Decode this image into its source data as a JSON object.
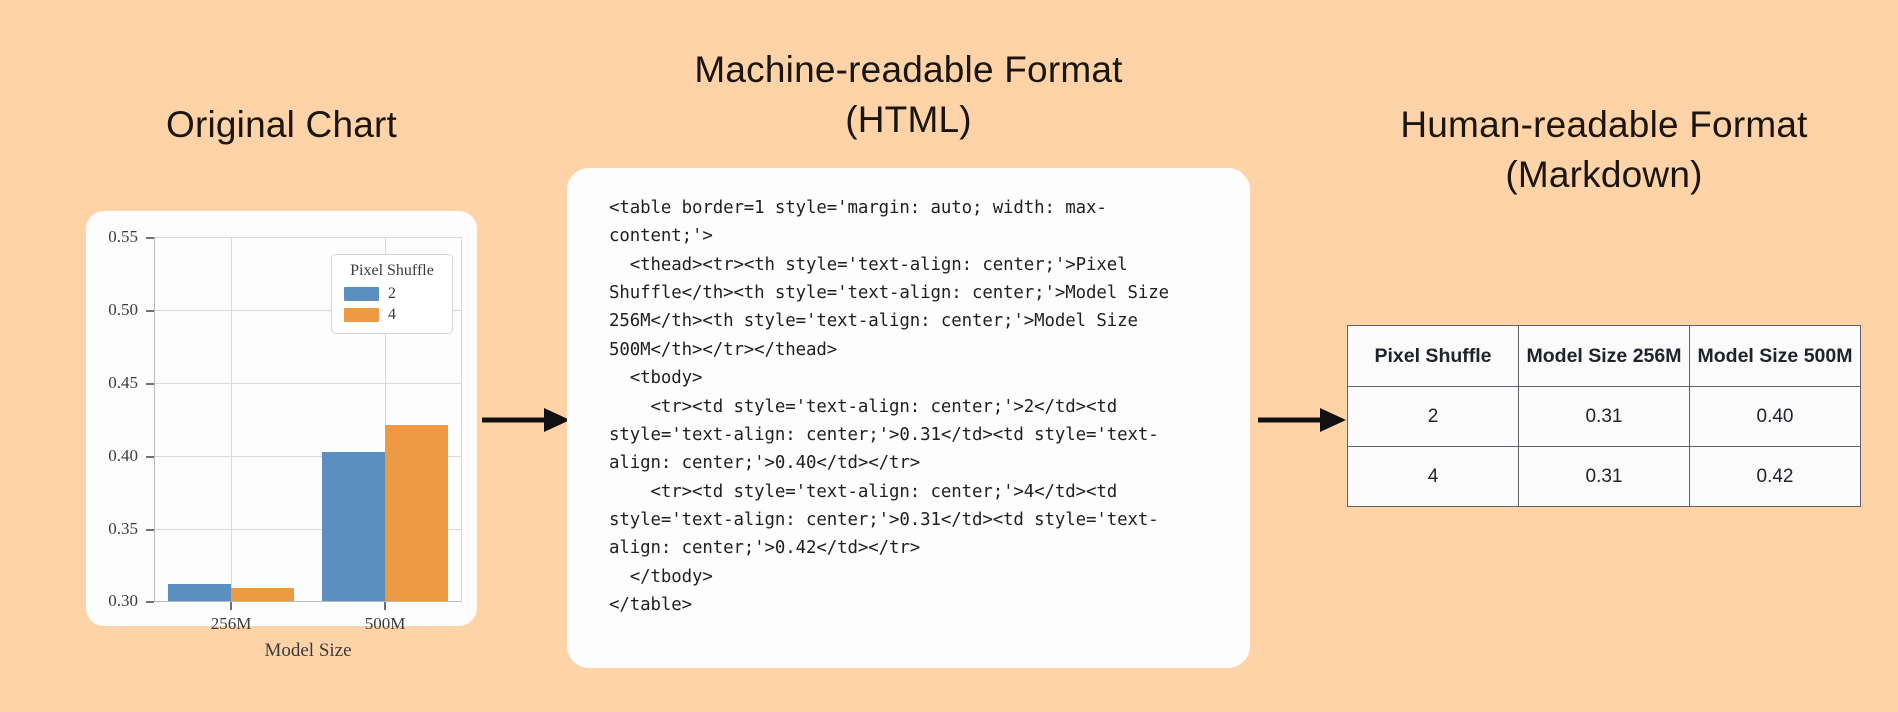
{
  "background_color": "#fdd3a7",
  "panels": {
    "left": {
      "title_lines": [
        "Original Chart"
      ]
    },
    "center": {
      "title_lines": [
        "Machine-readable Format",
        "(HTML)"
      ]
    },
    "right": {
      "title_lines": [
        "Human-readable Format",
        "(Markdown)"
      ]
    }
  },
  "arrows": {
    "left_to_center": "arrow-right-icon",
    "center_to_right": "arrow-right-icon"
  },
  "chart_data": {
    "type": "bar",
    "title": "",
    "xlabel": "Model Size",
    "ylabel": "",
    "categories": [
      "256M",
      "500M"
    ],
    "series": [
      {
        "name": "2",
        "values": [
          0.312,
          0.403
        ],
        "color": "#5b8fc0"
      },
      {
        "name": "4",
        "values": [
          0.309,
          0.422
        ],
        "color": "#ee9a45"
      }
    ],
    "ylim": [
      0.3,
      0.565
    ],
    "yticks": [
      "0.30",
      "0.35",
      "0.40",
      "0.45",
      "0.50",
      "0.55"
    ],
    "ytick_values": [
      0.3,
      0.35,
      0.4,
      0.45,
      0.5,
      0.55
    ],
    "xticks": [
      "256M",
      "500M"
    ],
    "grid": true,
    "legend": {
      "title": "Pixel Shuffle",
      "position": "upper right",
      "entries": [
        {
          "label": "2",
          "color": "#5b8fc0"
        },
        {
          "label": "4",
          "color": "#ee9a45"
        }
      ]
    }
  },
  "code": {
    "language": "HTML",
    "text": "<table border=1 style='margin: auto; width: max-content;'>\n  <thead><tr><th style='text-align: center;'>Pixel Shuffle</th><th style='text-align: center;'>Model Size 256M</th><th style='text-align: center;'>Model Size 500M</th></tr></thead>\n  <tbody>\n    <tr><td style='text-align: center;'>2</td><td style='text-align: center;'>0.31</td><td style='text-align: center;'>0.40</td></tr>\n    <tr><td style='text-align: center;'>4</td><td style='text-align: center;'>0.31</td><td style='text-align: center;'>0.42</td></tr>\n  </tbody>\n</table>"
  },
  "markdown_table": {
    "headers": [
      "Pixel Shuffle",
      "Model Size 256M",
      "Model Size 500M"
    ],
    "rows": [
      [
        "2",
        "0.31",
        "0.40"
      ],
      [
        "4",
        "0.31",
        "0.42"
      ]
    ]
  }
}
